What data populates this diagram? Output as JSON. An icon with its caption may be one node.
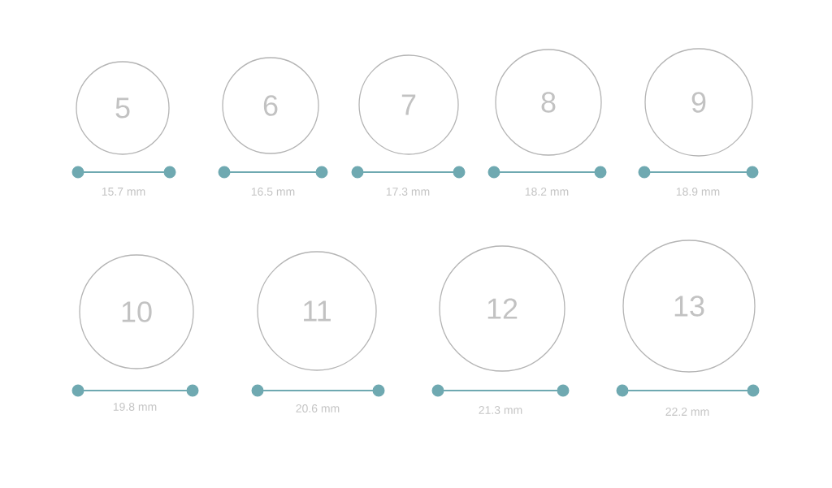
{
  "diagram": {
    "nodes": [
      {
        "text": [
          "5"
        ],
        "beside": [
          "15.7 mm"
        ]
      },
      {
        "text": [
          "6"
        ],
        "beside": [
          "16.5 mm"
        ]
      },
      {
        "text": [
          "7"
        ],
        "beside": [
          "17.3 mm"
        ]
      },
      {
        "text": [
          "8"
        ],
        "beside": [
          "18.2 mm"
        ]
      },
      {
        "text": [
          "9"
        ],
        "beside": [
          "18.9 mm"
        ]
      },
      {
        "text": [
          "10"
        ],
        "beside": [
          "19.8 mm"
        ]
      },
      {
        "text": [
          "11"
        ],
        "beside": [
          "20.6 mm"
        ]
      },
      {
        "text": [
          "12"
        ],
        "beside": [
          "21.3 mm"
        ]
      },
      {
        "text": [
          "13"
        ],
        "beside": [
          "22.2 mm"
        ]
      }
    ]
  }
}
